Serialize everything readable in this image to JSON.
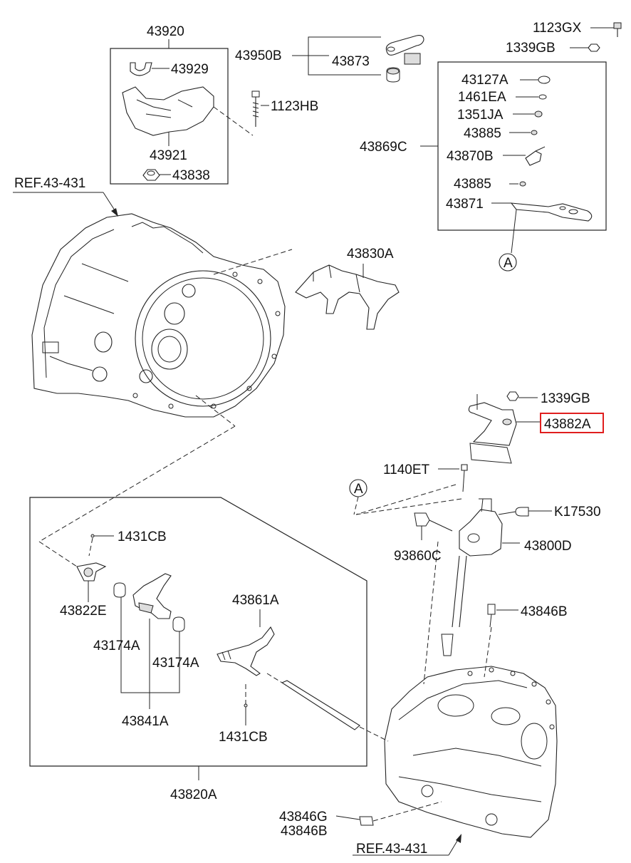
{
  "labels": {
    "p43920": "43920",
    "p43929": "43929",
    "p43921": "43921",
    "p43838": "43838",
    "p1123HB": "1123HB",
    "p43950B": "43950B",
    "p43873": "43873",
    "p1123GX": "1123GX",
    "p1339GB_top": "1339GB",
    "p43127A": "43127A",
    "p1461EA": "1461EA",
    "p1351JA": "1351JA",
    "p43885_a": "43885",
    "p43869C": "43869C",
    "p43870B": "43870B",
    "p43885_b": "43885",
    "p43871": "43871",
    "refA_top": "A",
    "ref_top": "REF.43-431",
    "p43830A": "43830A",
    "p1339GB_mid": "1339GB",
    "p43882A": "43882A",
    "p1140ET": "1140ET",
    "refA_mid": "A",
    "pK17530": "K17530",
    "p93860C": "93860C",
    "p43800D": "43800D",
    "p43846B_mid": "43846B",
    "p1431CB_a": "1431CB",
    "p43822E": "43822E",
    "p43861A": "43861A",
    "p43174A_left": "43174A",
    "p43174A_right": "43174A",
    "p43841A": "43841A",
    "p1431CB_b": "1431CB",
    "p43820A": "43820A",
    "p43846G": "43846G",
    "p43846B_bot": "43846B",
    "ref_bot": "REF.43-431"
  },
  "highlight": {
    "part": "43882A",
    "color": "#e01e1e"
  }
}
